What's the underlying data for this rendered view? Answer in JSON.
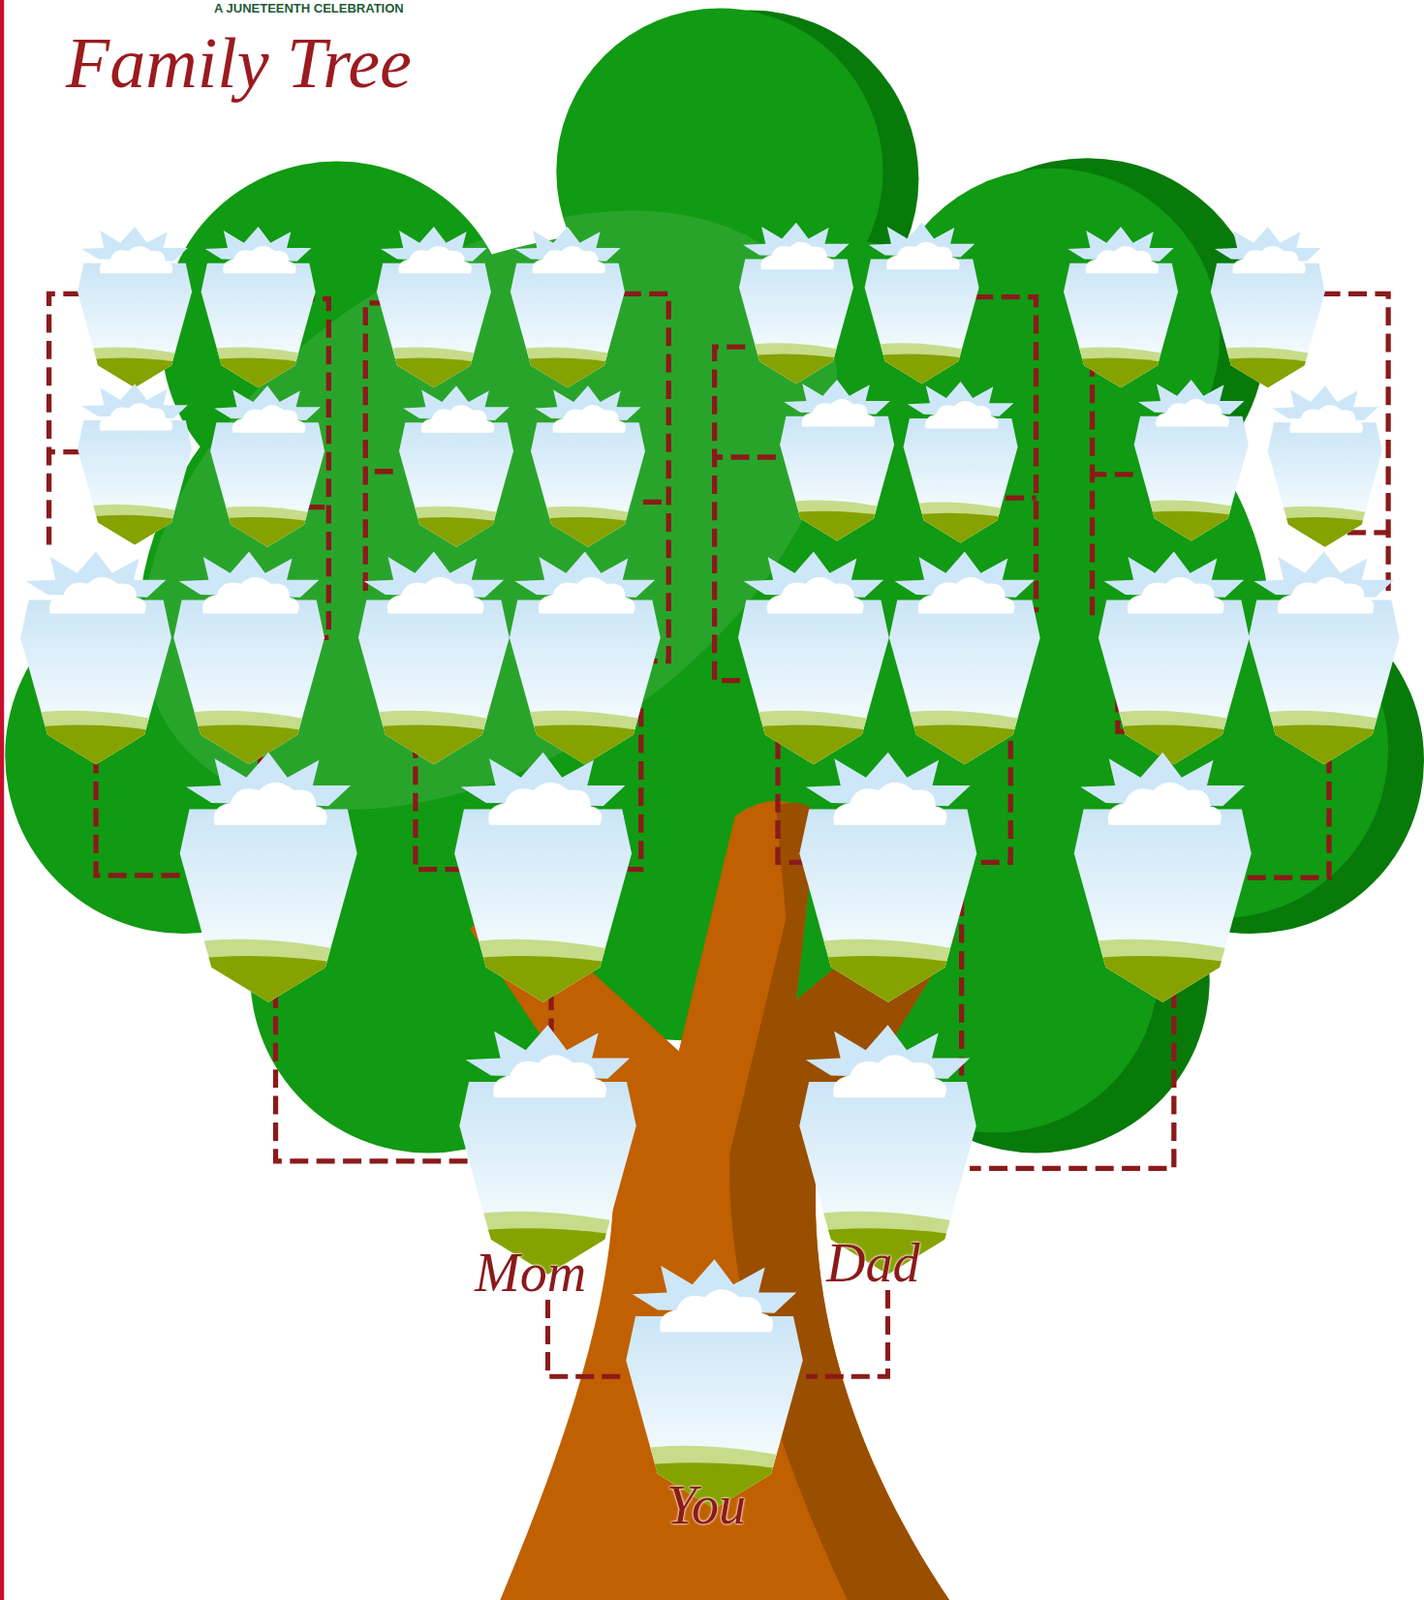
{
  "diagram": {
    "title": "Family Tree",
    "nodes": [
      {
        "text": [
          "Mom"
        ]
      },
      {
        "text": [
          "Dad"
        ]
      },
      {
        "text": [
          "You"
        ]
      }
    ],
    "edges": [
      {
        "from": 0,
        "to": 2,
        "arrow": "none"
      },
      {
        "from": 1,
        "to": 2,
        "arrow": "none"
      }
    ],
    "labels": [
      "A JUNETEENTH CELEBRATION"
    ]
  }
}
